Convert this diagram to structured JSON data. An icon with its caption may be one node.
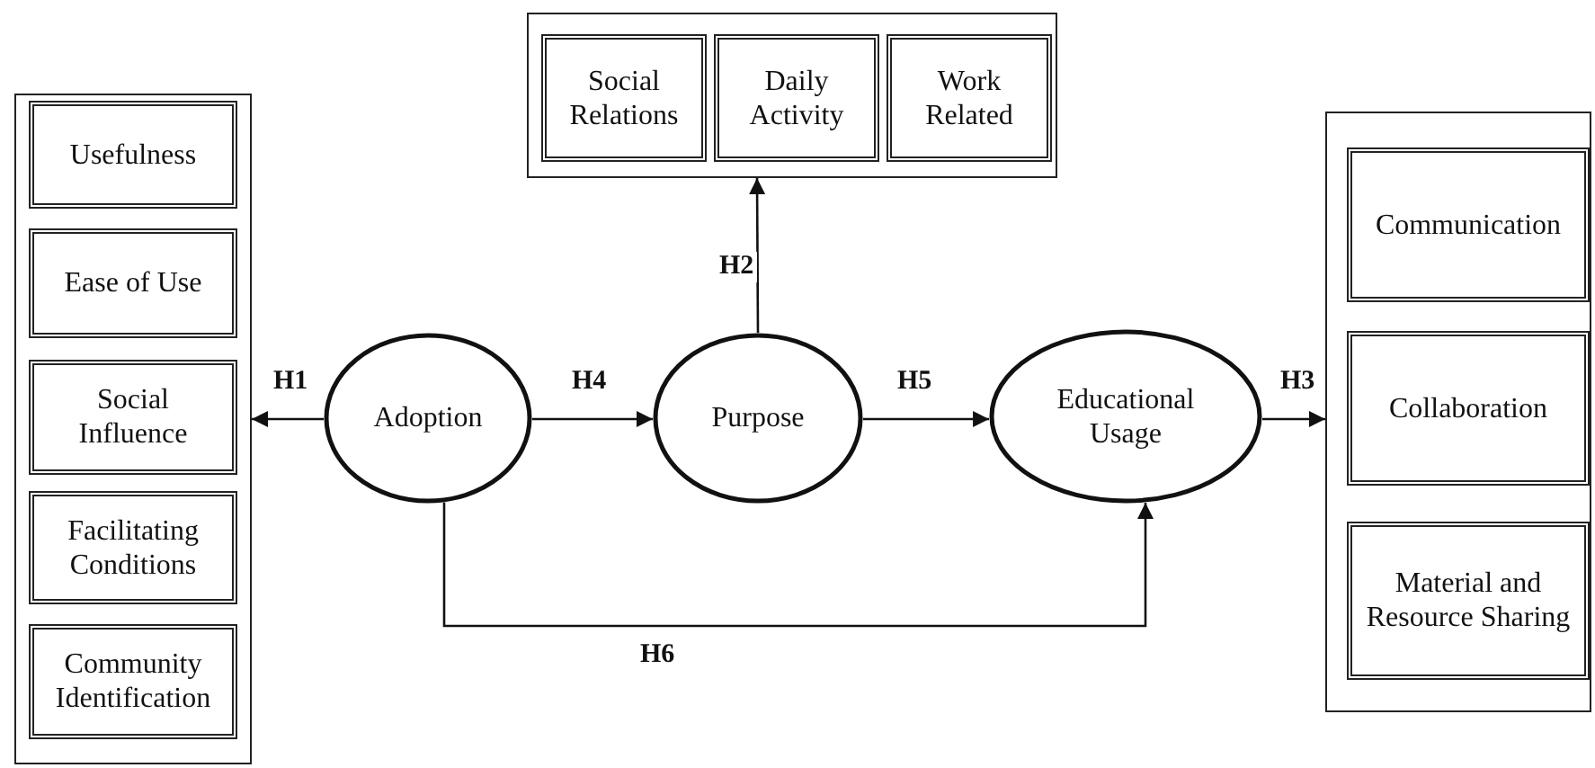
{
  "diagram": {
    "nodes": [
      {
        "text": [],
        "shape": "box"
      },
      {
        "text": [
          "Usefulness"
        ],
        "in": 0
      },
      {
        "text": [
          "Ease of Use"
        ],
        "in": 0
      },
      {
        "text": [
          "Social Influence"
        ],
        "in": 0
      },
      {
        "text": [
          "Facilitating Conditions"
        ],
        "in": 0
      },
      {
        "text": [
          "Community Identification"
        ],
        "in": 0
      },
      {
        "text": [],
        "shape": "box"
      },
      {
        "text": [
          "Social Relations"
        ],
        "in": 6
      },
      {
        "text": [
          "Daily Activity"
        ],
        "in": 6
      },
      {
        "text": [
          "Work Related"
        ],
        "in": 6
      },
      {
        "text": [
          "Adoption"
        ]
      },
      {
        "text": [
          "Purpose"
        ]
      },
      {
        "text": [
          "Educational Usage"
        ]
      },
      {
        "text": [],
        "shape": "box"
      },
      {
        "text": [
          "Communication"
        ],
        "in": 13
      },
      {
        "text": [
          "Collaboration"
        ],
        "in": 13
      },
      {
        "text": [
          "Material and Resource Sharing"
        ],
        "in": 13
      }
    ],
    "edges": [
      {
        "from": 10,
        "to": 0,
        "arrow": "to",
        "label": "H1"
      },
      {
        "from": 10,
        "to": 11,
        "arrow": "to",
        "label": "H4"
      },
      {
        "from": 11,
        "to": 6,
        "arrow": "to",
        "label": "H2"
      },
      {
        "from": 11,
        "to": 12,
        "arrow": "to",
        "label": "H5"
      },
      {
        "from": 12,
        "to": 13,
        "arrow": "to",
        "label": "H3"
      },
      {
        "from": 10,
        "to": 12,
        "arrow": "to",
        "label": "H6"
      }
    ]
  }
}
